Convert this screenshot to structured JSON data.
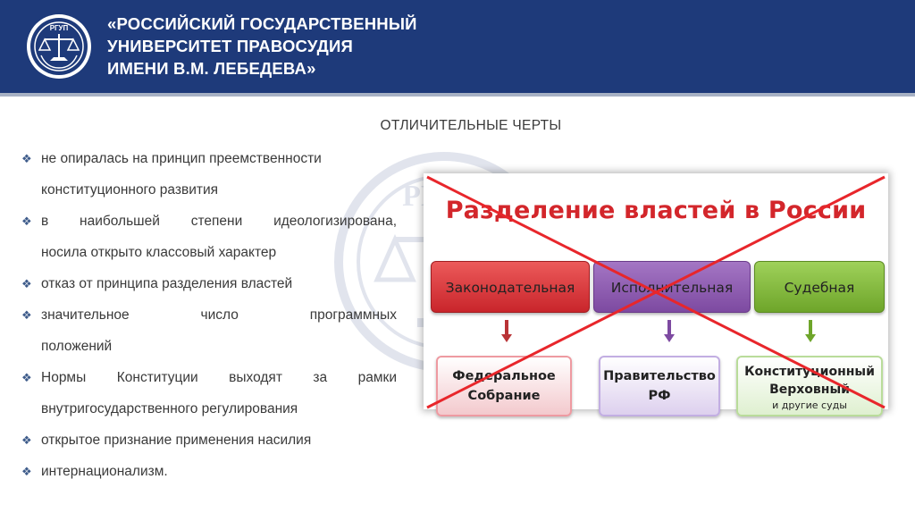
{
  "header": {
    "background_color": "#1e3a7a",
    "logo_text": "РГУП",
    "title_lines": [
      "«РОССИЙСКИЙ ГОСУДАРСТВЕННЫЙ",
      "УНИВЕРСИТЕТ ПРАВОСУДИЯ",
      "ИМЕНИ В.М. ЛЕБЕДЕВА»"
    ]
  },
  "watermark_text": "РГУП",
  "slide": {
    "heading": "ОТЛИЧИТЕЛЬНЫЕ ЧЕРТЫ",
    "bullet_icon": "diamond-bullet-icon",
    "bullets": [
      {
        "line1": "не опиралась на принцип преемственности",
        "line2": "конституционного развития"
      },
      {
        "line1": "в наибольшей степени идеологизирована,",
        "line2": "носила открыто классовый характер"
      },
      {
        "line1": "отказ от принципа разделения властей",
        "line2": ""
      },
      {
        "line1": "значительное число программных",
        "line2": "положений"
      },
      {
        "line1": "Нормы Конституции выходят за рамки",
        "line2": "внутригосударственного регулирования"
      },
      {
        "line1": "открытое признание применения насилия",
        "line2": ""
      },
      {
        "line1": "интернационализм.",
        "line2": ""
      }
    ]
  },
  "diagram": {
    "title": "Разделение властей в России",
    "branches": [
      {
        "label": "Законодательная",
        "color": "#c9252b",
        "body_line1": "Федеральное",
        "body_line2": "Собрание",
        "body_small": ""
      },
      {
        "label": "Исполнительная",
        "color": "#7d4aa1",
        "body_line1": "Правительство",
        "body_line2": "РФ",
        "body_small": ""
      },
      {
        "label": "Судебная",
        "color": "#6ea52a",
        "body_line1": "Конституционный",
        "body_line2": "Верховный",
        "body_small": "и другие суды"
      }
    ],
    "cross_color": "#e8262b"
  }
}
